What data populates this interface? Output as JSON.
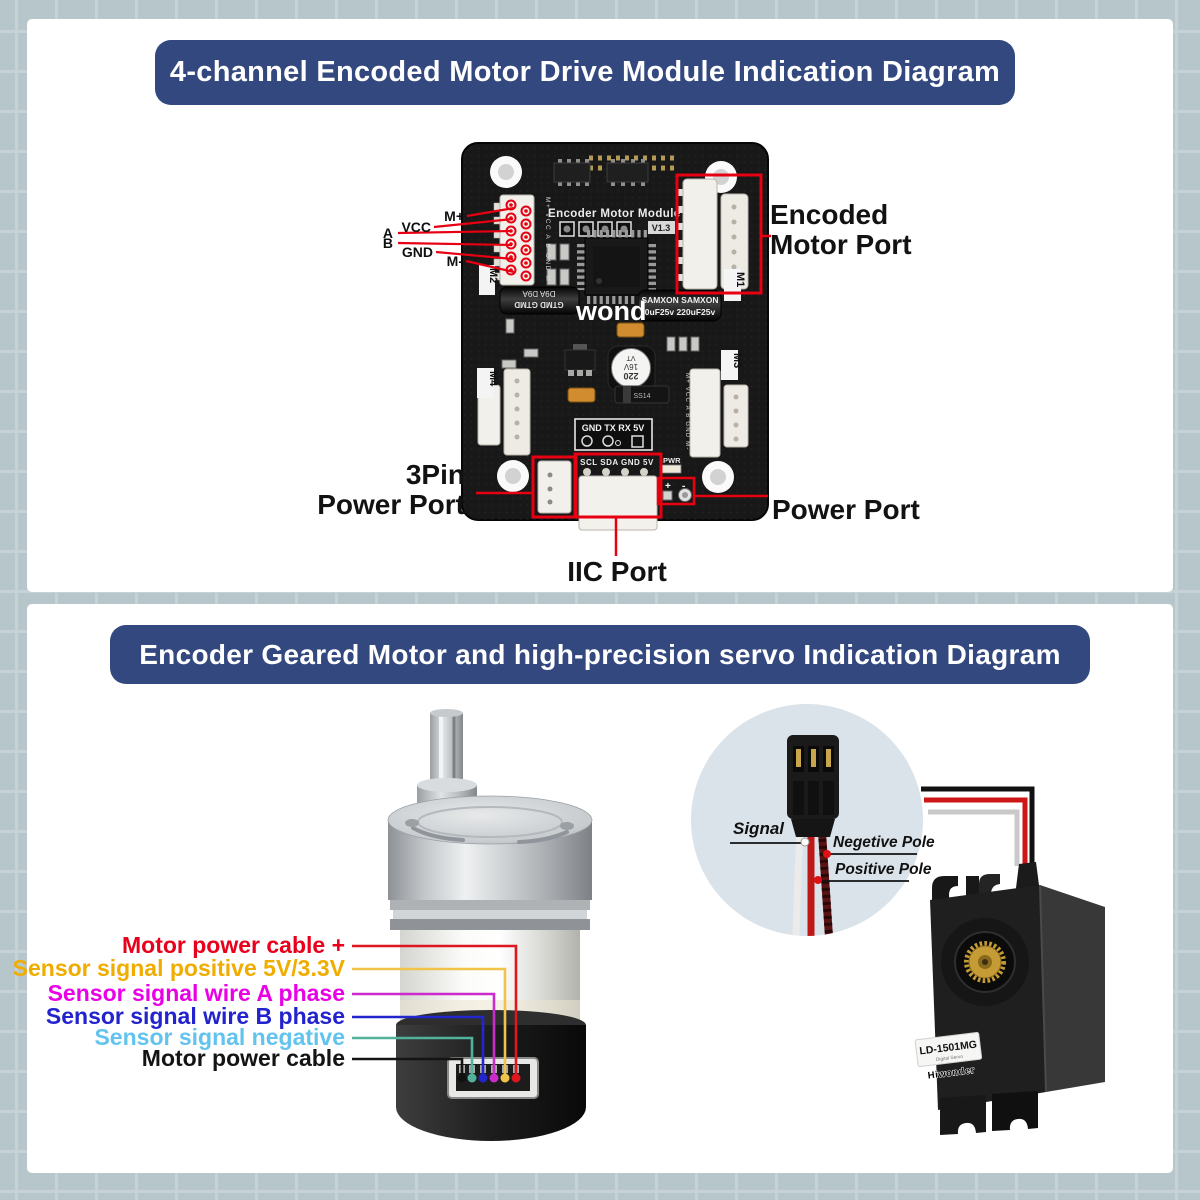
{
  "colors": {
    "background_tile": "#b7c6ca",
    "panel": "#ffffff",
    "banner_blue": "#33487e",
    "annotation_red": "#e60012"
  },
  "panel1": {
    "title": "4-channel Encoded Motor Drive Module Indication Diagram",
    "pin_labels": [
      "M+",
      "VCC",
      "A",
      "B",
      "GND",
      "M-"
    ],
    "annotations": {
      "encoded_motor_port_line1": "Encoded",
      "encoded_motor_port_line2": "Motor Port",
      "power_port_3pin_line1": "3Pin",
      "power_port_3pin_line2": "Power Port",
      "iic_port": "IIC Port",
      "power_port": "Power Port"
    },
    "pcb_silkscreen": {
      "title": "Encoder Motor Module",
      "version": "V1.3",
      "logo": "wond",
      "uart_header": "GND TX RX 5V",
      "iic_header": "SCL SDA GND 5V",
      "pwr": "PWR",
      "polarity_plus": "+",
      "polarity_minus": "-",
      "m1": "M1",
      "m2": "M2",
      "m3": "M3",
      "m4": "M4",
      "cap_brand": "SAMXON SAMXON",
      "cap_value": "0uF25v 220uF25v",
      "cap2_brand": "GTMD GTMD",
      "cap2_value": "D9A  D9A",
      "inductor_l1": "220",
      "inductor_l2": "16V",
      "inductor_l3": "VT",
      "diode": "SS14",
      "pin_column": "M+ VCC A B GND M-"
    }
  },
  "panel2": {
    "title": "Encoder Geared Motor and high-precision servo Indication Diagram",
    "wire_labels": [
      {
        "label": "Motor power cable +",
        "color": "#e8001c"
      },
      {
        "label": "Sensor signal positive 5V/3.3V",
        "color": "#f0ad00"
      },
      {
        "label": "Sensor signal wire A phase",
        "color": "#ea00e6"
      },
      {
        "label": "Sensor signal wire B phase",
        "color": "#2222cf"
      },
      {
        "label": "Sensor signal negative",
        "color": "#62c4ee"
      },
      {
        "label": "Motor power cable",
        "color": "#141414"
      }
    ],
    "servo_plug_annotations": {
      "signal": "Signal",
      "negative": "Negetive Pole",
      "positive": "Positive Pole"
    },
    "servo": {
      "model": "LD-1501MG",
      "series": "Digital Servo",
      "brand": "Hiwonder"
    }
  }
}
